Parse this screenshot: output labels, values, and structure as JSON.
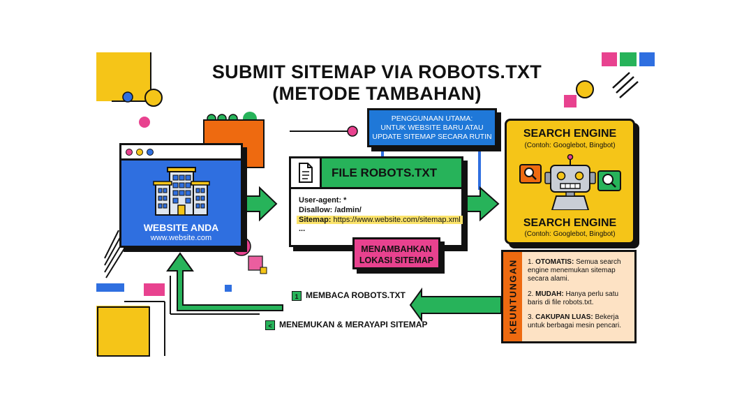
{
  "title": {
    "line1": "SUBMIT SITEMAP VIA ROBOTS.TXT",
    "line2": "(METODE TAMBAHAN)"
  },
  "usage_note": {
    "line1": "PENGGUNAAN UTAMA:",
    "line2": "UNTUK WEBSITE BARU ATAU",
    "line3": "UPDATE SITEMAP SECARA RUTIN"
  },
  "website": {
    "name": "WEBSITE ANDA",
    "url": "www.website.com"
  },
  "robots_file": {
    "title": "FILE ROBOTS.TXT",
    "line1": "User-agent: *",
    "line2": "Disallow: /admin/",
    "sitemap_key": "Sitemap:",
    "sitemap_url": "https://www.website.com/sitemap.xml",
    "line4": "..."
  },
  "add_note": {
    "line1": "MENAMBAHKAN",
    "line2": "LOKASI SITEMAP"
  },
  "search_engine": {
    "title_top": "SEARCH ENGINE",
    "sub_top": "(Contoh: Googlebot, Bingbot)",
    "title_bottom": "SEARCH ENGINE",
    "sub_bottom": "(Contoh: Googlebot, Bingbot)"
  },
  "benefits": {
    "tab_label": "KEUNTUNGAN",
    "items": [
      {
        "num": "1.",
        "key": "OTOMATIS:",
        "text": "Semua search engine menemukan sitemap secara alami."
      },
      {
        "num": "2.",
        "key": "MUDAH:",
        "text": "Hanya perlu satu baris di file robots.txt."
      },
      {
        "num": "3.",
        "key": "CAKUPAN LUAS:",
        "text": "Bekerja untuk berbagai mesin pencari."
      }
    ]
  },
  "steps": {
    "step1_marker": "1",
    "step1_label": "MEMBACA ROBOTS.TXT",
    "step2_marker": "<",
    "step2_label": "MENEMUKAN & MERAYAPI SITEMAP"
  },
  "colors": {
    "green": "#27b35a",
    "blue": "#2f6fe0",
    "yellow": "#f5c518",
    "pink": "#e8428f",
    "orange": "#ee6a10",
    "peach": "#fde2c4"
  }
}
